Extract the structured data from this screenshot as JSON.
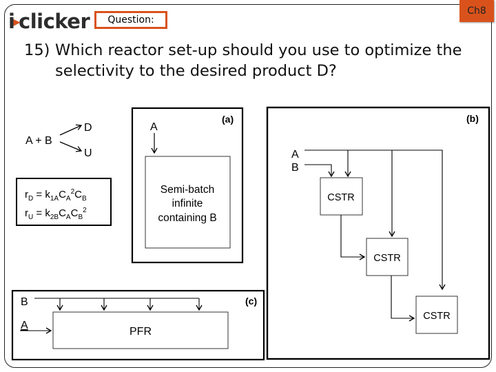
{
  "header": {
    "logo_text": "clicker",
    "logo_prefix": "i",
    "question_badge": "Question:",
    "chapter_tab": "Ch8"
  },
  "question": {
    "number": "15)",
    "line1": "Which reactor set-up should you use to optimize the",
    "line2": "selectivity to the desired product D?"
  },
  "reaction": {
    "reactants": "A + B",
    "product_desired": "D",
    "product_undesired": "U"
  },
  "rate_laws": {
    "rD": {
      "r": "r",
      "r_sub": "D",
      "eq": " = k",
      "k_sub": "1A",
      "c1": "C",
      "c1_sub": "A",
      "c1_sup": "2",
      "c2": "C",
      "c2_sub": "B",
      "c2_sup": ""
    },
    "rU": {
      "r": "r",
      "r_sub": "U",
      "eq": " = k",
      "k_sub": "2B",
      "c1": "C",
      "c1_sub": "A",
      "c1_sup": "",
      "c2": "C",
      "c2_sub": "B",
      "c2_sup": "2"
    }
  },
  "options": {
    "a": {
      "label": "(a)",
      "feed": "A",
      "reactor_lines": [
        "Semi-batch",
        "infinite",
        "containing B"
      ]
    },
    "b": {
      "label": "(b)",
      "feed_a": "A",
      "feed_b": "B",
      "reactors": [
        "CSTR",
        "CSTR",
        "CSTR"
      ]
    },
    "c": {
      "label": "(c)",
      "feed_a": "A",
      "feed_b": "B",
      "reactor": "PFR"
    }
  },
  "colors": {
    "accent": "#d9521c",
    "line": "#000000"
  }
}
